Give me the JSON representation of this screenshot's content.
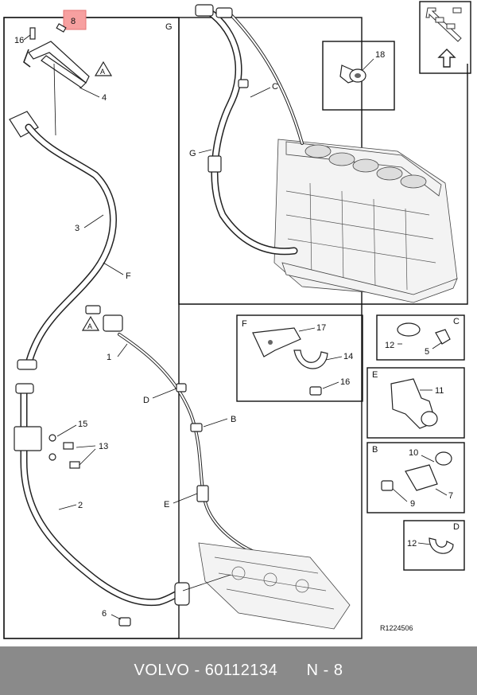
{
  "diagram": {
    "reference": "R1224506",
    "highlighted_part": "8",
    "callouts": {
      "p1": "1",
      "p2": "2",
      "p3": "3",
      "p4": "4",
      "p5": "5",
      "p6": "6",
      "p7": "7",
      "p9": "9",
      "p10": "10",
      "p11": "11",
      "p12a": "12",
      "p12b": "12",
      "p13": "13",
      "p14": "14",
      "p15": "15",
      "p16": "16",
      "p16b": "16",
      "p17": "17",
      "p18": "18"
    },
    "view_letters": {
      "A1": "A",
      "A2": "A",
      "B": "B",
      "C": "C",
      "D": "D",
      "E": "E",
      "F": "F",
      "G": "G",
      "box_B": "B",
      "box_C": "C",
      "box_D": "D",
      "box_E": "E",
      "box_F": "F",
      "box_G": "G",
      "eng_C": "C",
      "eng_G": "G"
    }
  },
  "footer": {
    "brand": "VOLVO",
    "separator": "-",
    "part_number": "60112134",
    "position": "N - 8"
  }
}
